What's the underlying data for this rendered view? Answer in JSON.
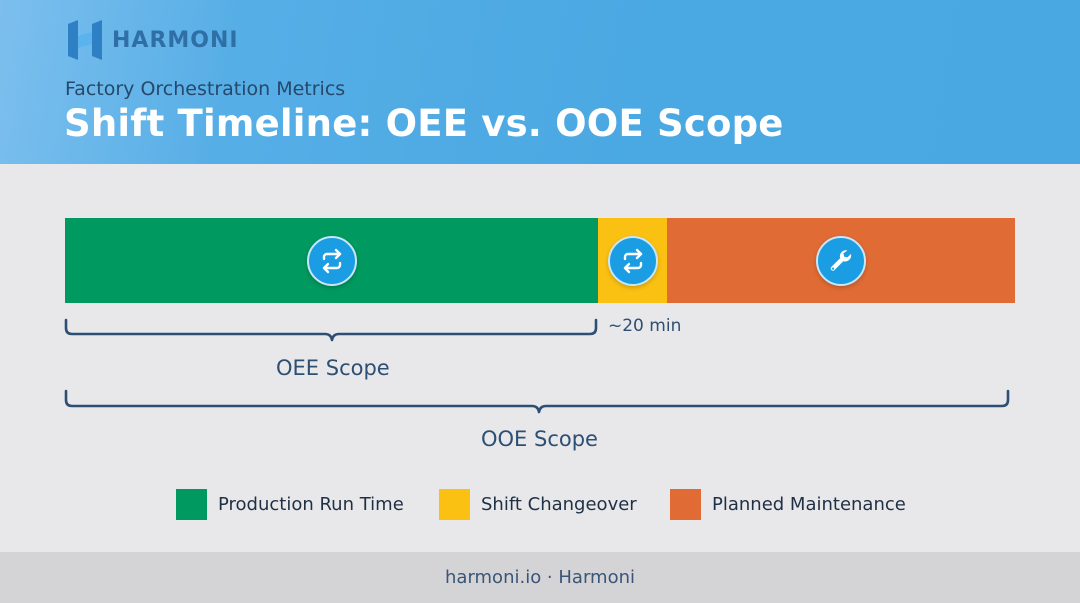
{
  "brand": {
    "name": "HARMONI"
  },
  "header": {
    "subtitle": "Factory Orchestration Metrics",
    "title": "Shift Timeline: OEE vs. OOE Scope"
  },
  "timeline": {
    "segments": [
      {
        "id": "production",
        "label": "Production Run Time",
        "color": "#00995f",
        "icon": "cycle-icon"
      },
      {
        "id": "changeover",
        "label": "Shift Changeover",
        "color": "#fbc112",
        "icon": "cycle-icon"
      },
      {
        "id": "maintenance",
        "label": "Planned Maintenance",
        "color": "#e06b34",
        "icon": "wrench-icon"
      }
    ],
    "changeover_duration": "~20 min",
    "scopes": {
      "oee": "OEE Scope",
      "ooe": "OOE Scope"
    }
  },
  "legend": [
    {
      "label": "Production Run Time",
      "color": "#00995f"
    },
    {
      "label": "Shift Changeover",
      "color": "#fbc112"
    },
    {
      "label": "Planned Maintenance",
      "color": "#e06b34"
    }
  ],
  "footer": {
    "text": "harmoni.io · Harmoni"
  },
  "colors": {
    "header_bg": "#4aa8e2",
    "icon_bg": "#1a9de3",
    "bracket": "#2d4f73"
  }
}
